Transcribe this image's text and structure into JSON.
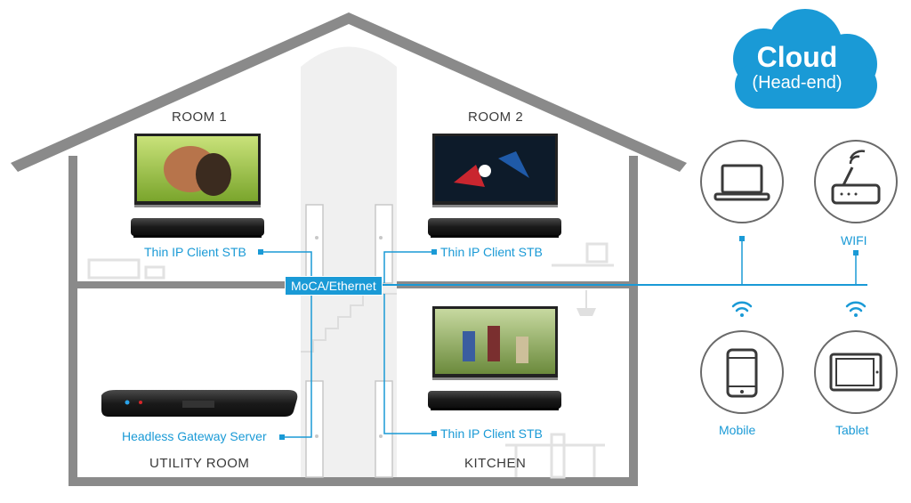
{
  "rooms": {
    "room1": "ROOM 1",
    "room2": "ROOM 2",
    "utility": "UTILITY ROOM",
    "kitchen": "KITCHEN"
  },
  "devices": {
    "stb_room1": "Thin IP Client STB",
    "stb_room2": "Thin IP Client STB",
    "stb_kitchen": "Thin IP Client STB",
    "gateway": "Headless Gateway Server"
  },
  "network": {
    "backbone": "MoCA/Ethernet"
  },
  "cloud": {
    "title": "Cloud",
    "subtitle": "(Head-end)"
  },
  "endpoints": {
    "wifi": "WIFI",
    "mobile": "Mobile",
    "tablet": "Tablet"
  },
  "colors": {
    "accent": "#1a9ad6",
    "house": "#8a8a8a",
    "wall": "#e9e9e9"
  }
}
